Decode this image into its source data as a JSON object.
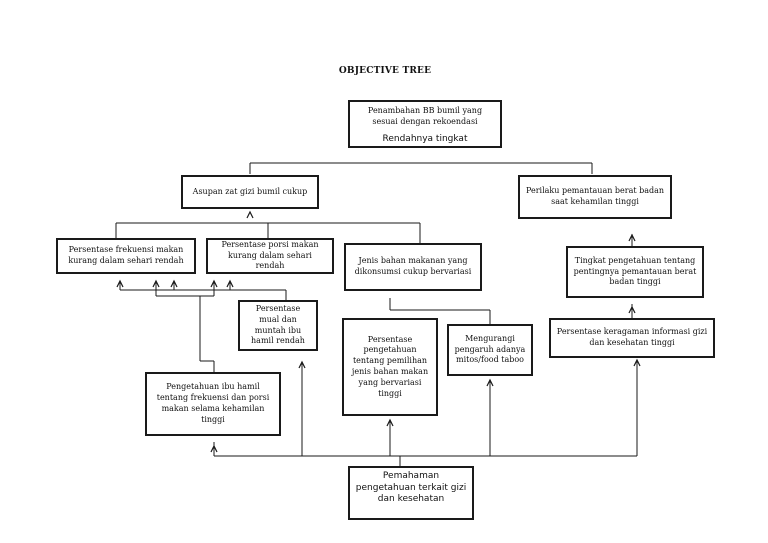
{
  "title": "OBJECTIVE TREE",
  "boxes": {
    "top": "Penambahan BB bumil yang sesuai dengan rekoendasi",
    "top_cut": "Rendahnya tingkat",
    "asupan": "Asupan zat gizi bumil cukup",
    "perilaku": "Perilaku pemantauan berat badan saat kehamilan tinggi",
    "frekuensi": "Persentase frekuensi makan kurang dalam sehari rendah",
    "porsi": "Persentase porsi makan kurang dalam sehari rendah",
    "jenis": "Jenis bahan makanan yang dikonsumsi cukup bervariasi",
    "tingkat": "Tingkat pengetahuan tentang pentingnya pemantauan berat badan tinggi",
    "mual": "Persentase mual dan muntah ibu hamil rendah",
    "pemilihan": "Persentase pengetahuan tentang pemilihan jenis bahan makan yang bervariasi tinggi",
    "mitos": "Mengurangi pengaruh adanya mitos/food taboo",
    "keragaman": "Persentase keragaman informasi gizi dan kesehatan tinggi",
    "pengetahuan": "Pengetahuan ibu hamil tentang frekuensi dan porsi makan selama kehamilan tinggi",
    "pemahaman": "Pemahaman pengetahuan terkait gizi dan kesehatan"
  }
}
